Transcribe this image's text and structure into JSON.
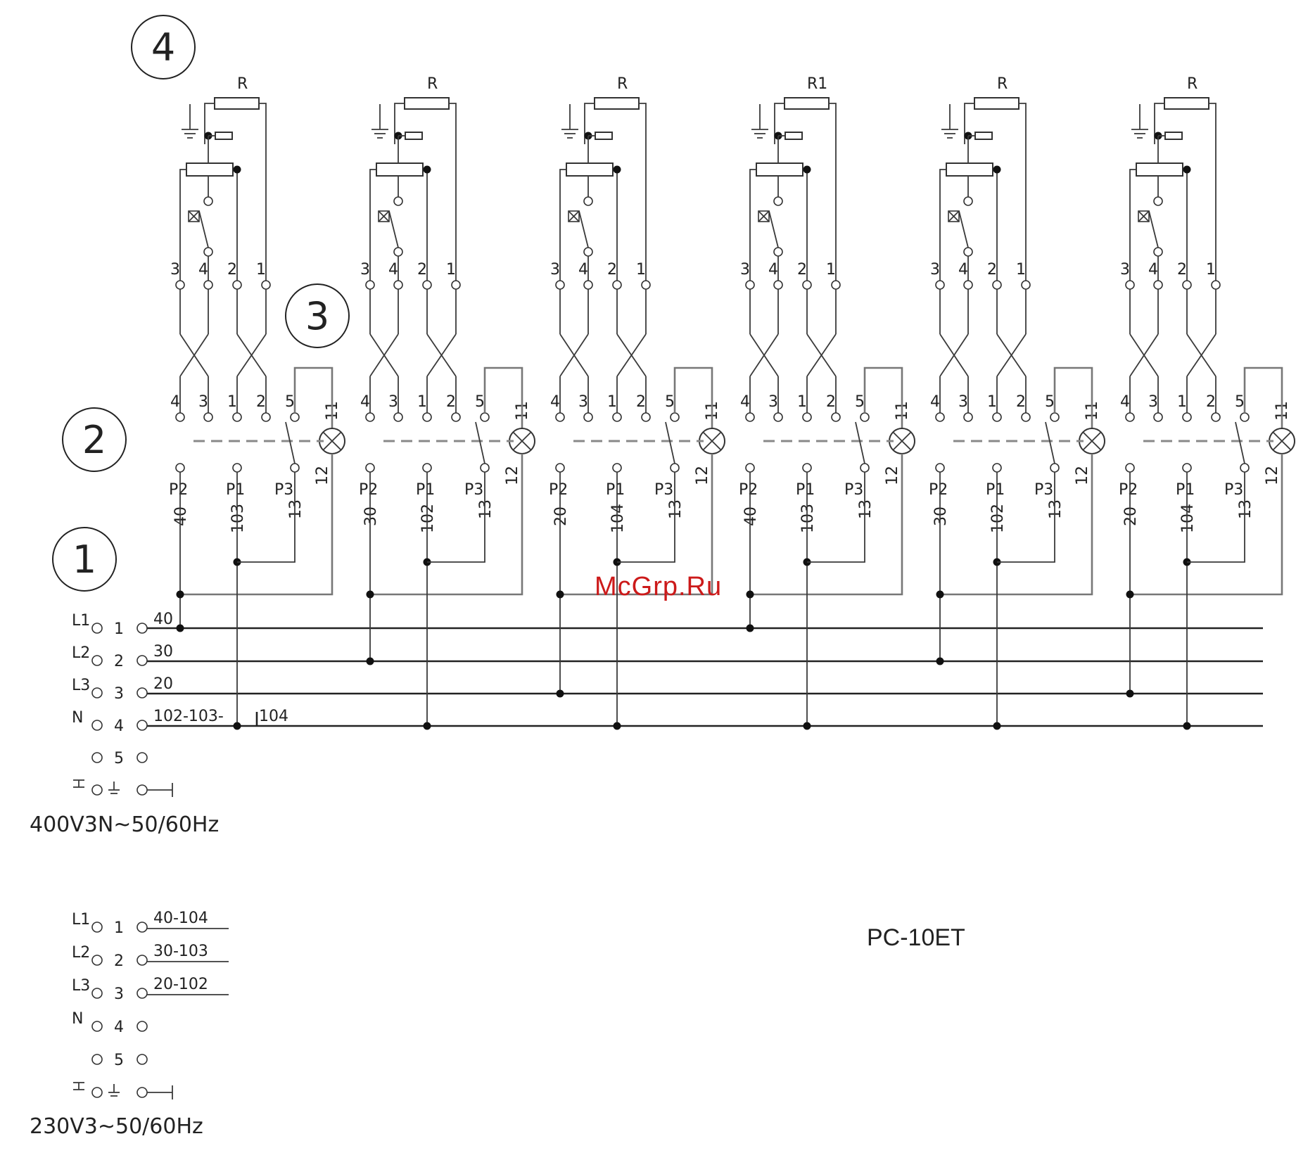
{
  "callouts": [
    "4",
    "3",
    "2",
    "1"
  ],
  "units": [
    {
      "resistor": "R",
      "p2": "40",
      "p1": "103",
      "p3": "13"
    },
    {
      "resistor": "R",
      "p2": "30",
      "p1": "102",
      "p3": "13"
    },
    {
      "resistor": "R",
      "p2": "20",
      "p1": "104",
      "p3": "13"
    },
    {
      "resistor": "R1",
      "p2": "40",
      "p1": "103",
      "p3": "13"
    },
    {
      "resistor": "R",
      "p2": "30",
      "p1": "102",
      "p3": "13"
    },
    {
      "resistor": "R",
      "p2": "20",
      "p1": "104",
      "p3": "13"
    }
  ],
  "unit_labels": {
    "switch_terminals": [
      "3",
      "4",
      "2",
      "1"
    ],
    "upper_terminals": [
      "4",
      "3",
      "1",
      "2",
      "5",
      "11"
    ],
    "lamp_terminal_low": "12",
    "p2": "P2",
    "p1": "P1",
    "p3": "P3"
  },
  "supply_400": {
    "rows": [
      {
        "phase": "L1",
        "num": "1",
        "wire": "40"
      },
      {
        "phase": "L2",
        "num": "2",
        "wire": "30"
      },
      {
        "phase": "L3",
        "num": "3",
        "wire": "20"
      },
      {
        "phase": "N",
        "num": "4",
        "wire": "102-103-",
        "wire2": "104"
      },
      {
        "phase": "",
        "num": "5",
        "wire": ""
      }
    ],
    "voltage": "400V3N~50/60Hz"
  },
  "supply_230": {
    "rows": [
      {
        "phase": "L1",
        "num": "1",
        "wire": "40-104"
      },
      {
        "phase": "L2",
        "num": "2",
        "wire": "30-103"
      },
      {
        "phase": "L3",
        "num": "3",
        "wire": "20-102"
      },
      {
        "phase": "N",
        "num": "4",
        "wire": ""
      },
      {
        "phase": "",
        "num": "5",
        "wire": ""
      }
    ],
    "voltage": "230V3~50/60Hz"
  },
  "model": "PC-10ET",
  "watermark": "McGrp.Ru"
}
